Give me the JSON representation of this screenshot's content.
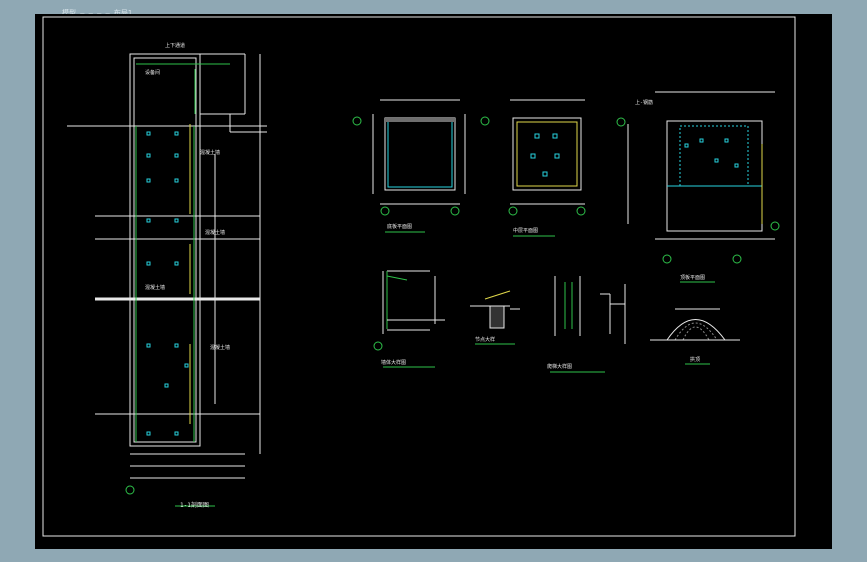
{
  "window": {
    "tab_label": "模型 — — — — 布局1"
  },
  "diagram": {
    "section_note_top": "上下通道",
    "section_note_room": "设备间",
    "section_note_1": "混凝土墙",
    "section_note_2": "混凝土墙",
    "section_note_3": "混凝土墙",
    "section_note_4": "混凝土墙",
    "view_left_title": "1-1剖面图",
    "plan3_note": "上-钢筋",
    "view_plan1_title": "底板平面图",
    "view_plan2_title": "中层平面图",
    "view_plan3_title": "顶板平面图",
    "view_detail1_title": "墙体大样图",
    "view_detail2_title": "节点大样",
    "view_detail3_title": "爬梯大样图",
    "view_arch_title": "拱顶"
  }
}
